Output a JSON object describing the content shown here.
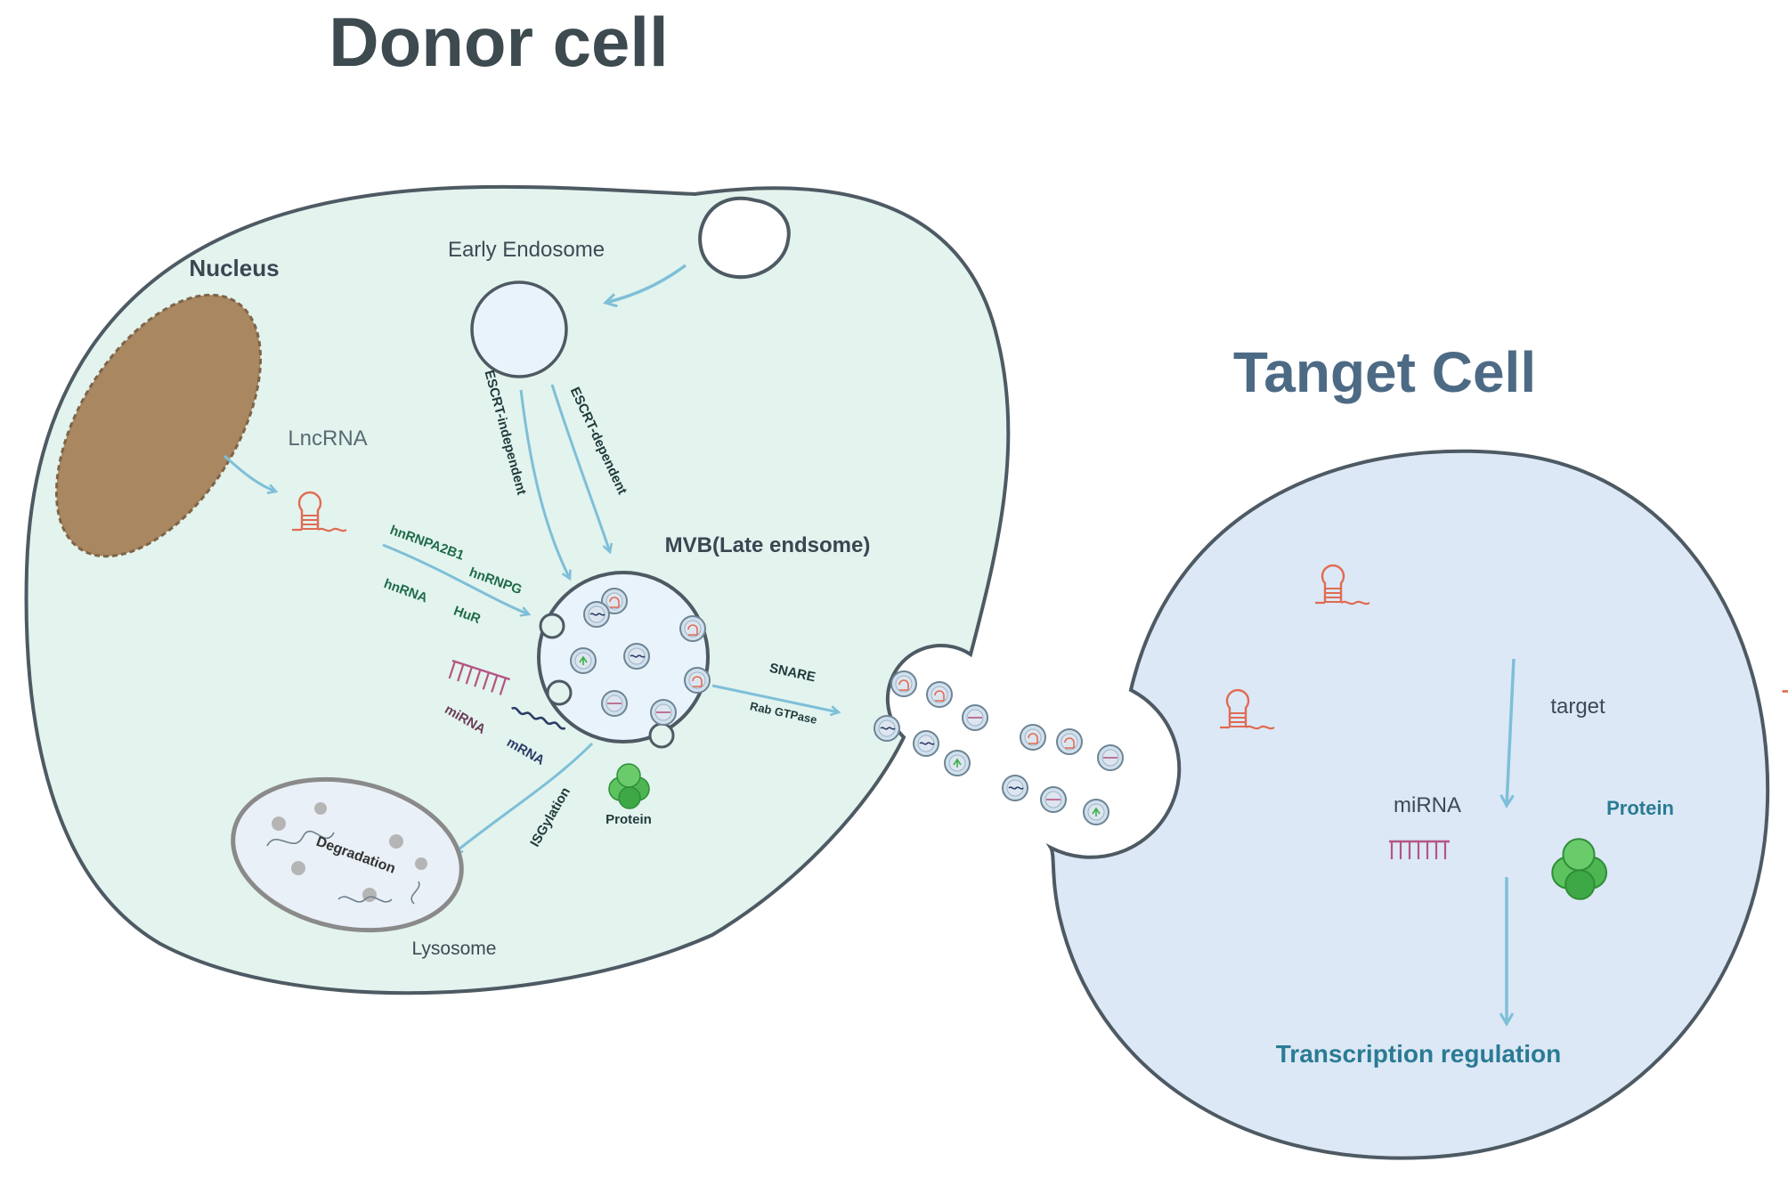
{
  "titles": {
    "donor_cell": "Donor cell",
    "target_cell": "Tanget Cell"
  },
  "donor": {
    "nucleus": "Nucleus",
    "lncrna": "LncRNA",
    "early_endosome": "Early  Endosome",
    "mvb": "MVB(Late endsome)",
    "escrt_independent": "ESCRT-independent",
    "escrt_dependent": "ESCRT-dependent",
    "hnrnpa2b1": "hnRNPA2B1",
    "hnrnpg": "hnRNPG",
    "hnrna": "hnRNA",
    "hur": "HuR",
    "mirna": "miRNA",
    "mrna": "mRNA",
    "snare": "SNARE",
    "rab_gtpase": "Rab GTPase",
    "isgylation": "ISGylation",
    "protein": "Protein",
    "degradation": "Degradation",
    "lysosome": "Lysosome"
  },
  "target": {
    "target_label": "target",
    "mirna": "miRNA",
    "protein": "Protein",
    "transcription_regulation": "Transcription regulation"
  },
  "colors": {
    "donor_fill": "#e3f3ee",
    "target_fill": "#dce8f6",
    "outline": "#4e5a63",
    "arrow": "#7ebfd8",
    "nucleus": "#a98760",
    "lncrna": "#e06b52",
    "mirna": "#b45582",
    "protein": "#3fb04a",
    "title_dark": "#3d4a4f",
    "title_blue": "#4d6a85",
    "teal_text": "#2a7b93"
  }
}
